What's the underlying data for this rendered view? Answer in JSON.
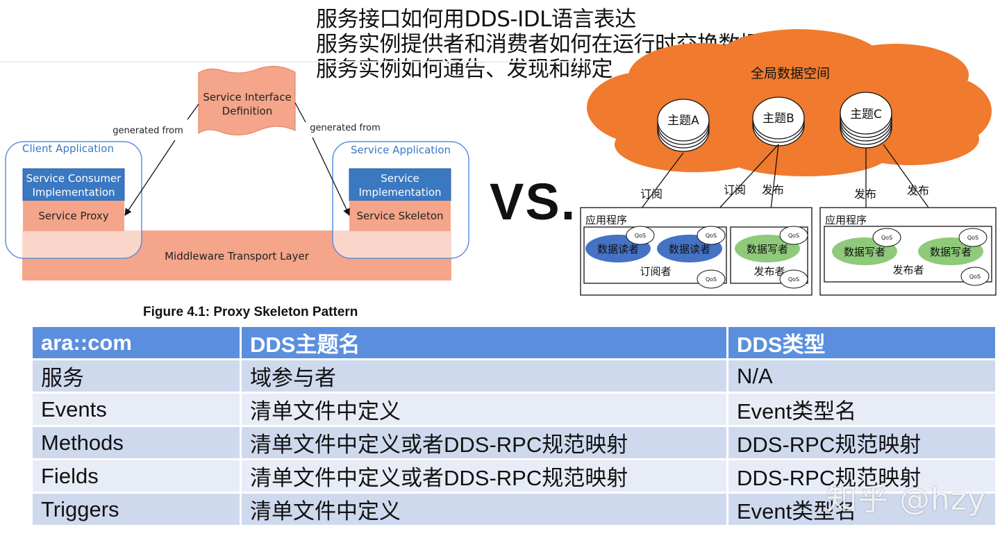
{
  "header": {
    "lines": [
      "服务接口如何用DDS-IDL语言表达",
      "服务实例提供者和消费者如何在运行时交换数据",
      "服务实例如何通告、发现和绑定"
    ]
  },
  "left_diagram": {
    "interface_box": "Service Interface\nDefinition",
    "interface_line1": "Service Interface",
    "interface_line2": "Definition",
    "generated_left": "generated from",
    "generated_right": "generated from",
    "client_app": "Client Application",
    "consumer_impl_line1": "Service Consumer",
    "consumer_impl_line2": "Implementation",
    "service_proxy": "Service Proxy",
    "service_app": "Service Application",
    "service_impl_line1": "Service",
    "service_impl_line2": "Implementation",
    "service_skeleton": "Service Skeleton",
    "middleware": "Middleware Transport Layer",
    "caption": "Figure 4.1: Proxy Skeleton Pattern",
    "colors": {
      "blue": "#3a78c2",
      "salmon": "#f4a58a",
      "salmon_dark": "#e8876a",
      "app_border": "#5b8fde"
    }
  },
  "vs": "VS.",
  "right_diagram": {
    "cloud_label": "全局数据空间",
    "topics": [
      "主题A",
      "主题B",
      "主题C"
    ],
    "edge_labels": [
      "订阅",
      "订阅",
      "发布",
      "发布",
      "发布"
    ],
    "app1_label": "应用程序",
    "app2_label": "应用程序",
    "readers": [
      "数据读者",
      "数据读者"
    ],
    "writers": [
      "数据写者",
      "数据写者",
      "数据写者"
    ],
    "subscriber": "订阅者",
    "publisher1": "发布者",
    "publisher2": "发布者",
    "qos": "QoS",
    "colors": {
      "cloud": "#f07a2e",
      "reader": "#4472c4",
      "writer": "#8fc97a"
    }
  },
  "table": {
    "headers": [
      "ara::com",
      "DDS主题名",
      "DDS类型"
    ],
    "rows": [
      [
        "服务",
        "域参与者",
        "N/A"
      ],
      [
        "Events",
        "清单文件中定义",
        "Event类型名"
      ],
      [
        "Methods",
        "清单文件中定义或者DDS-RPC规范映射",
        "DDS-RPC规范映射"
      ],
      [
        "Fields",
        "清单文件中定义或者DDS-RPC规范映射",
        "DDS-RPC规范映射"
      ],
      [
        "Triggers",
        "清单文件中定义",
        "Event类型名"
      ]
    ]
  },
  "watermark": "知乎 @hzy"
}
